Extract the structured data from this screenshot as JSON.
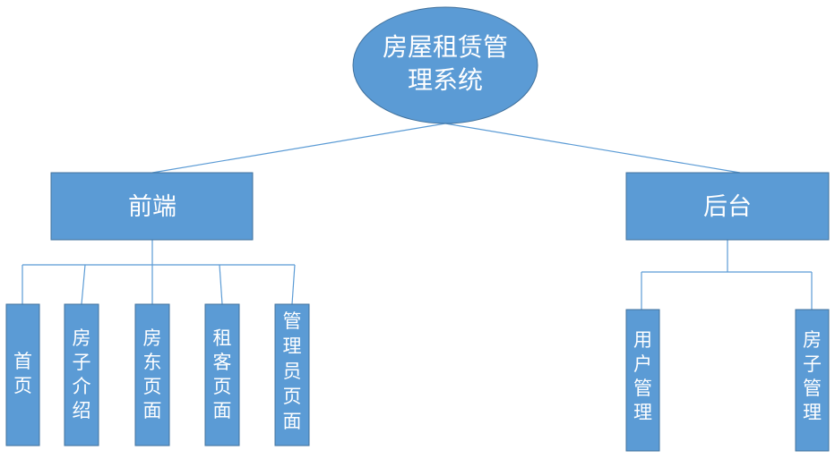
{
  "diagram": {
    "root": {
      "line1": "房屋租赁管",
      "line2": "理系统"
    },
    "frontend": {
      "label": "前端",
      "children": [
        {
          "chars": [
            "首",
            "页"
          ]
        },
        {
          "chars": [
            "房",
            "子",
            "介",
            "绍"
          ]
        },
        {
          "chars": [
            "房",
            "东",
            "页",
            "面"
          ]
        },
        {
          "chars": [
            "租",
            "客",
            "页",
            "面"
          ]
        },
        {
          "chars": [
            "管",
            "理",
            "员",
            "页",
            "面"
          ]
        }
      ]
    },
    "backend": {
      "label": "后台",
      "children": [
        {
          "chars": [
            "用",
            "户",
            "管",
            "理"
          ]
        },
        {
          "chars": [
            "房",
            "子",
            "管",
            "理"
          ]
        }
      ]
    },
    "colors": {
      "fill": "#5b9bd5",
      "stroke": "#41719c",
      "text": "#ffffff"
    }
  }
}
